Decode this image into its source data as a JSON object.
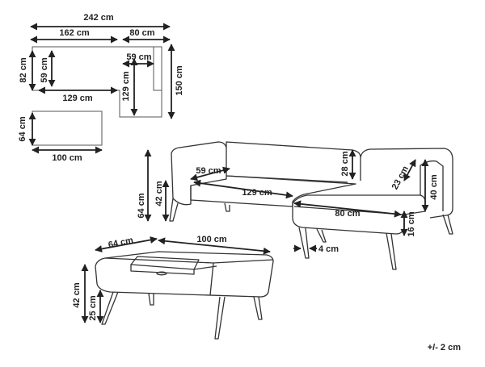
{
  "plan": {
    "total_width": "242 cm",
    "main_width": "162 cm",
    "chaise_width": "80 cm",
    "main_depth": "82 cm",
    "seat_depth": "59 cm",
    "chaise_seat_width": "59 cm",
    "seat_length": "129 cm",
    "chaise_seat_length": "129 cm",
    "total_depth": "150 cm"
  },
  "table_plan": {
    "depth": "64 cm",
    "width": "100 cm"
  },
  "sofa": {
    "seat_depth": "59 cm",
    "seat_length": "129 cm",
    "height": "64 cm",
    "seat_height": "42 cm",
    "backrest_height": "28 cm",
    "arm_height": "23 cm",
    "chaise_height": "40 cm",
    "chaise_width": "80 cm",
    "leg_height": "16 cm",
    "leg_width": "4 cm"
  },
  "table": {
    "depth": "64 cm",
    "width": "100 cm",
    "height": "42 cm",
    "leg_height": "25 cm"
  },
  "tolerance": "+/- 2 cm"
}
